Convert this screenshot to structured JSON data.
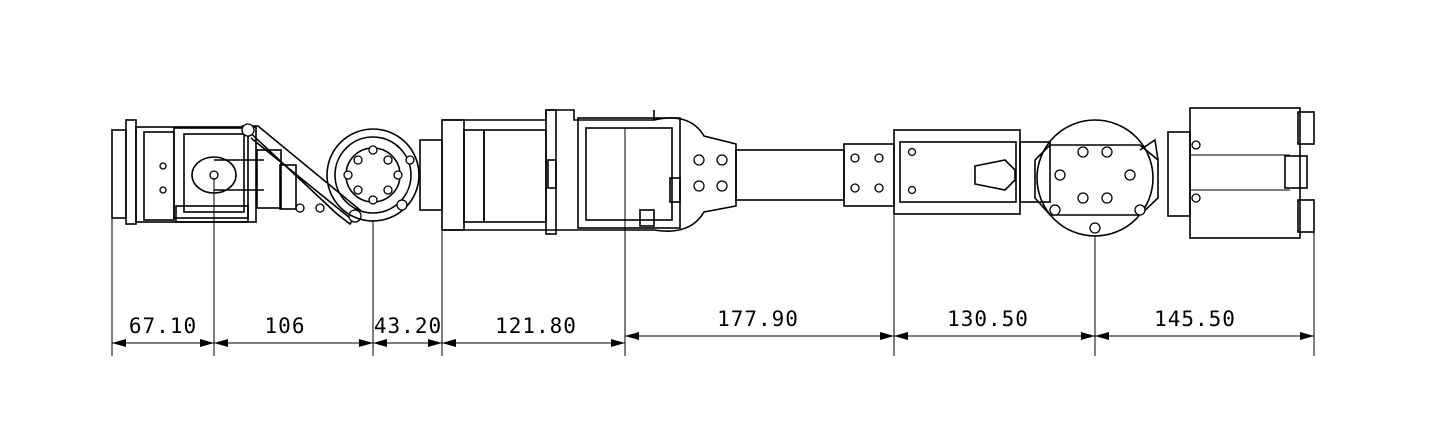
{
  "dimensions": {
    "labels": [
      "67.10",
      "106",
      "43.20",
      "121.80",
      "177.90",
      "130.50",
      "145.50"
    ]
  }
}
